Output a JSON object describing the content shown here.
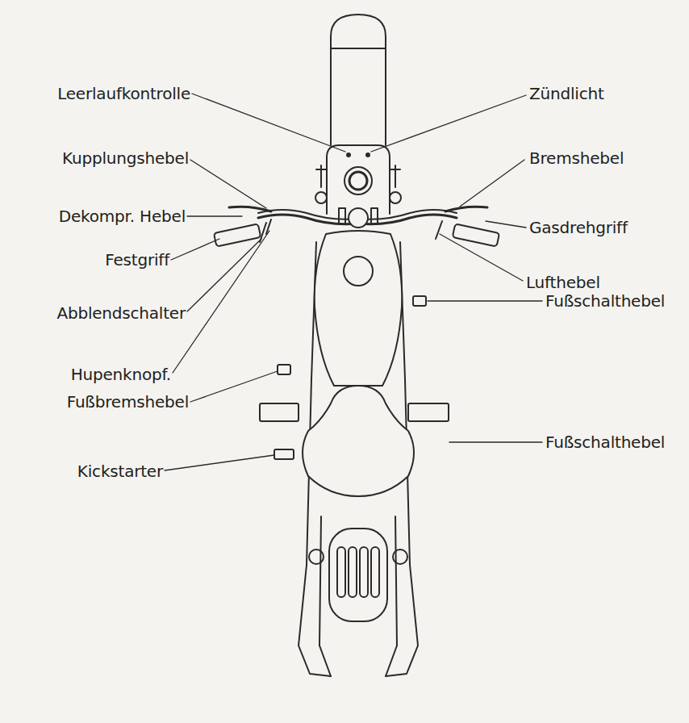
{
  "diagram": {
    "labels": [
      "Leerlaufkontrolle",
      "Zündlicht",
      "Kupplungshebel",
      "Bremshebel",
      "Dekompr. Hebel",
      "Gasdrehgriff",
      "Festgriff",
      "Lufthebel",
      "Abblendschalter",
      "Fußschalthebel",
      "Hupenknopf.",
      "Fußbremshebel",
      "Fußschalthebel",
      "Kickstarter"
    ]
  }
}
